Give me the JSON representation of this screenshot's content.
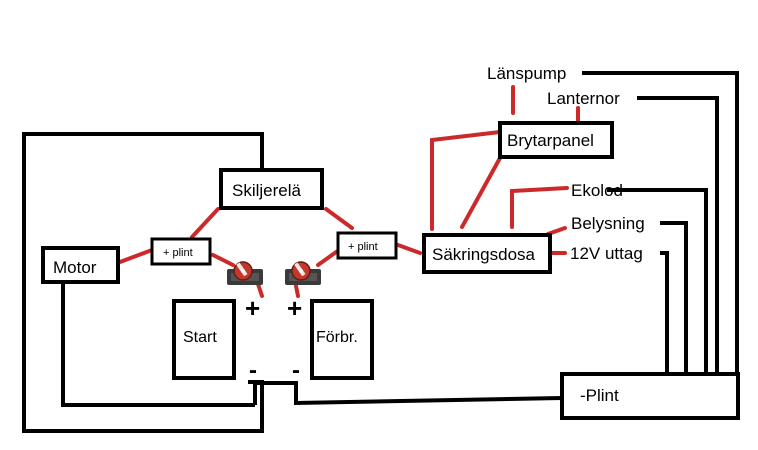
{
  "labels": {
    "motor": "Motor",
    "skiljerela": "Skiljerelä",
    "plint_left": "+ plint",
    "plint_right": "+ plint",
    "start": "Start",
    "forbr": "Förbr.",
    "plus_left": "+",
    "plus_right": "+",
    "minus_left": "-",
    "minus_right": "-",
    "sakringsdosa": "Säkringsdosa",
    "brytarpanel": "Brytarpanel",
    "lanspump": "Länspump",
    "lanternor": "Lanternor",
    "ekolod": "Ekolod",
    "belysning": "Belysning",
    "uttag": "12V uttag",
    "minus_plint": "-Plint"
  },
  "colors": {
    "wire_black": "#000000",
    "wire_red": "#cc2a2a",
    "switch_body": "#3a3a3a",
    "switch_knob": "#c0392b"
  },
  "icons": [
    "battery-switch-icon",
    "battery-switch-icon"
  ]
}
